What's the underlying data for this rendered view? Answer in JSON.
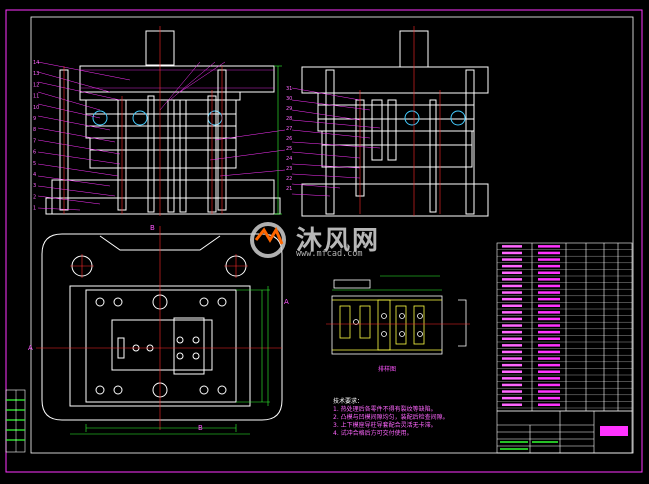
{
  "drawing": {
    "watermark_title": "沐风网",
    "watermark_url": "www.mfcad.com",
    "view_label": "排样图",
    "section_a": "A",
    "section_b": "B",
    "notes_header": "技术要求：",
    "notes": [
      "1. 热处理后各零件不得有裂纹等缺陷。",
      "2. 凸模与凹模间隙均匀，装配后检查间隙。",
      "3. 上下模座导柱导套配合灵活无卡滞。",
      "4. 试冲合格后方可交付使用。"
    ],
    "left_callouts": [
      "14",
      "13",
      "12",
      "11",
      "10",
      "9",
      "8",
      "7",
      "6",
      "5",
      "4",
      "3",
      "2",
      "1"
    ],
    "right_callouts": [
      "31",
      "30",
      "29",
      "28",
      "27",
      "26",
      "25",
      "24",
      "23",
      "22",
      "21"
    ],
    "colors": {
      "background": "#000000",
      "outline": "#ffffff",
      "leader": "#ff33ff",
      "centerline": "#ff2a2a",
      "dimension": "#33ff33",
      "border": "#ff33ff"
    }
  }
}
